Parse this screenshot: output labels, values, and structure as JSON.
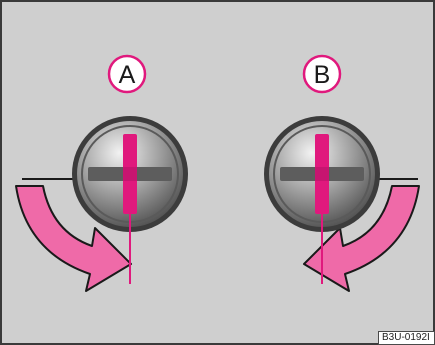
{
  "figure": {
    "background_color": "#cfcfcf",
    "label_color": "#e0197d",
    "arrow_color": "#ef6aa8",
    "marker_color": "#e0197d",
    "labels": {
      "a": "A",
      "b": "B"
    },
    "image_code": "B3U-0192I"
  }
}
